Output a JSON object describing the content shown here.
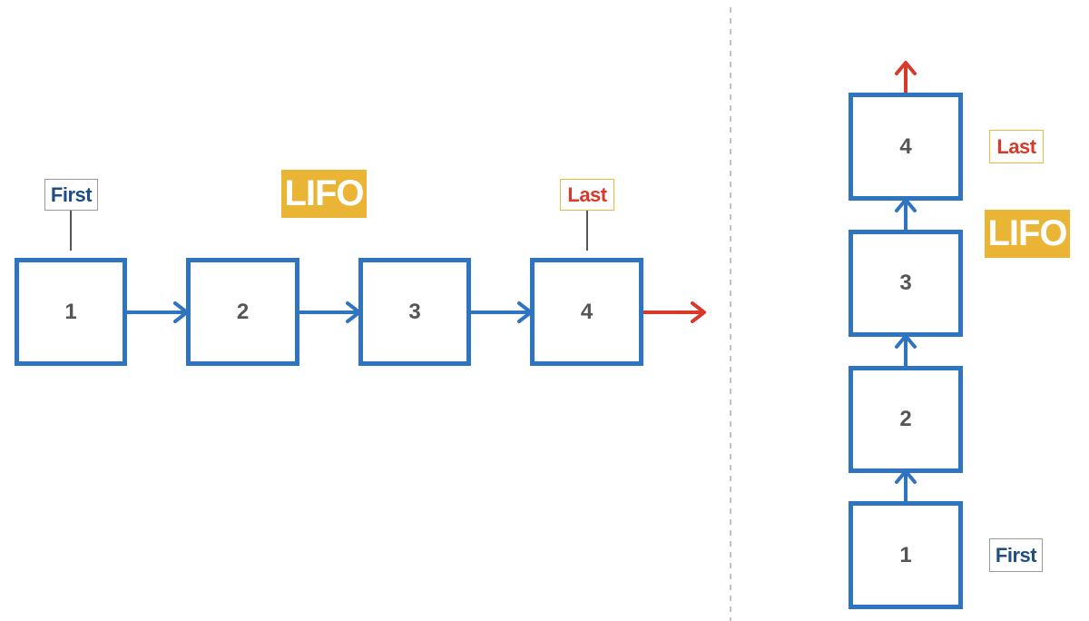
{
  "horizontal": {
    "nodes": [
      "1",
      "2",
      "3",
      "4"
    ],
    "first_label": "First",
    "last_label": "Last",
    "lifo_label": "LIFO"
  },
  "vertical": {
    "nodes": [
      "4",
      "3",
      "2",
      "1"
    ],
    "first_label": "First",
    "last_label": "Last",
    "lifo_label": "LIFO"
  },
  "colors": {
    "node_border": "#2f74be",
    "node_text": "#555555",
    "arrow": "#2f74be",
    "exit_arrow": "#d8392b",
    "lifo_badge": "#eab535",
    "first_text": "#1f4e86",
    "last_text": "#d8392b",
    "divider": "#999999"
  }
}
